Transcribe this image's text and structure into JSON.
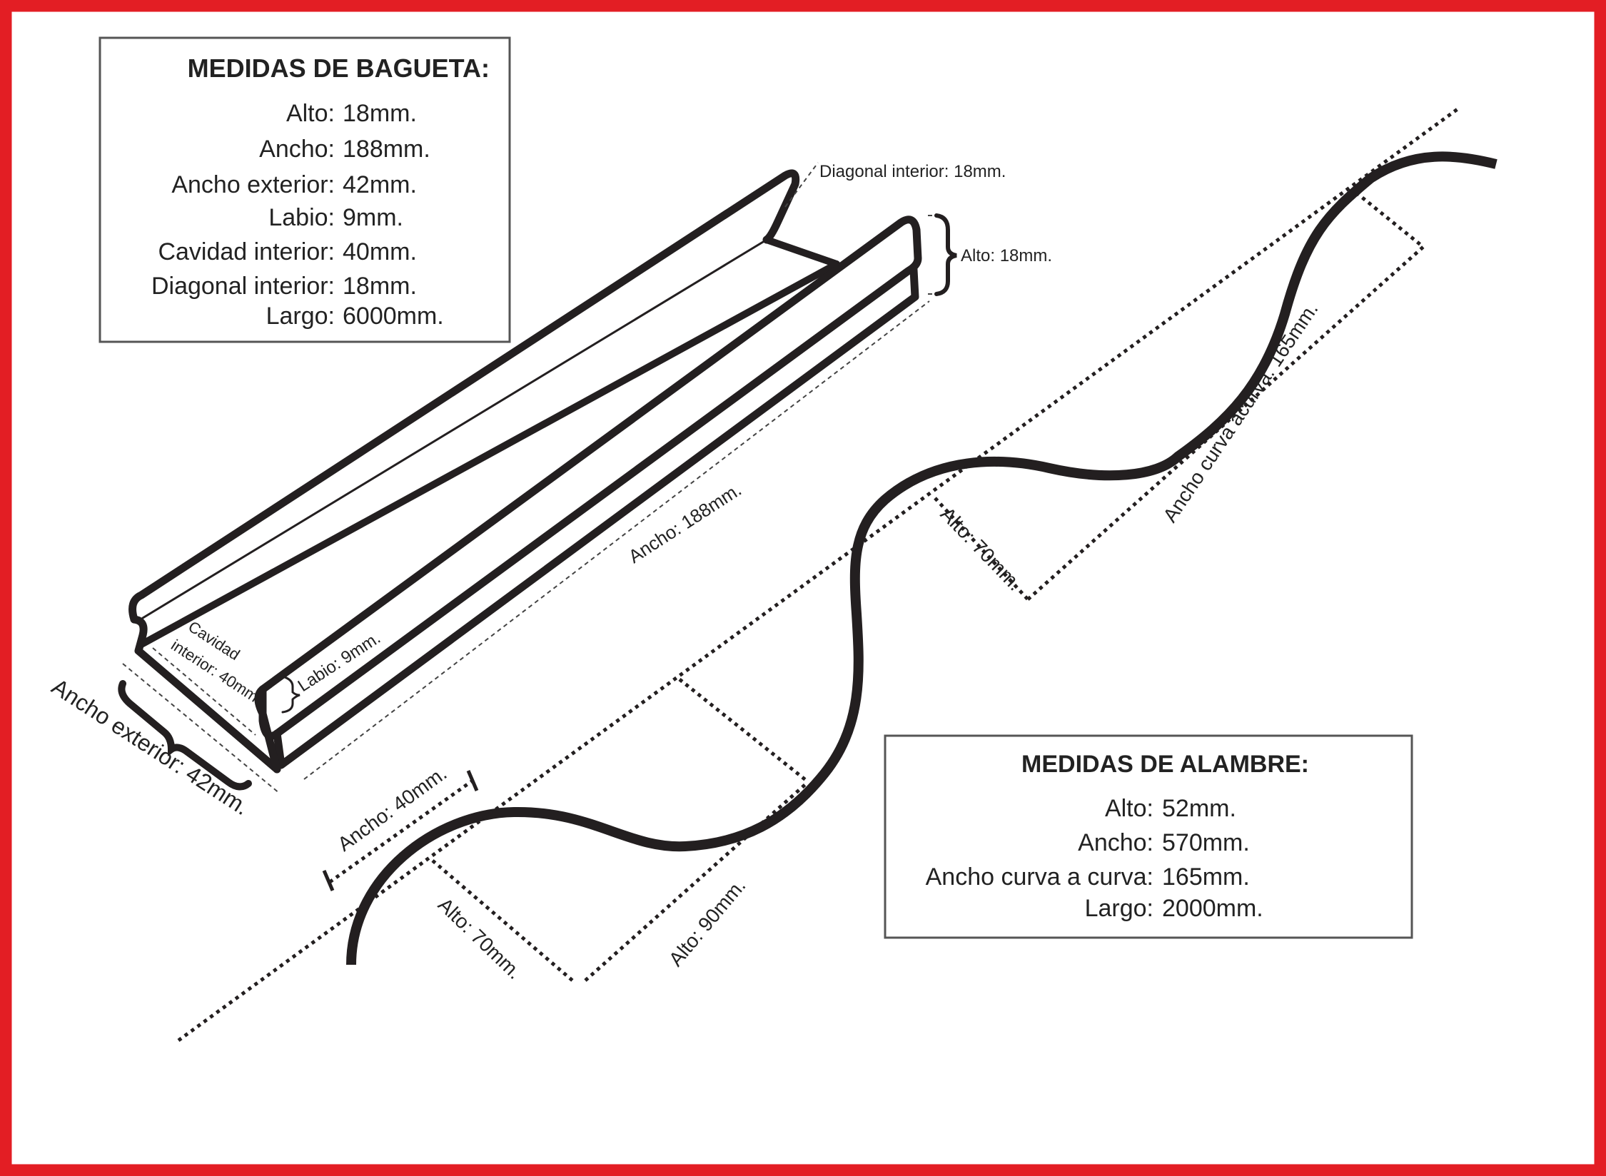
{
  "frame_color": "#e31e24",
  "ink_color": "#231f20",
  "bagueta_box": {
    "title": "MEDIDAS DE BAGUETA:",
    "rows": [
      {
        "label": "Alto:",
        "value": "18mm."
      },
      {
        "label": "Ancho:",
        "value": "188mm."
      },
      {
        "label": "Ancho exterior:",
        "value": "42mm."
      },
      {
        "label": "Labio:",
        "value": "9mm."
      },
      {
        "label": "Cavidad interior:",
        "value": "40mm."
      },
      {
        "label": "Diagonal interior:",
        "value": "18mm."
      },
      {
        "label": "Largo:",
        "value": "6000mm."
      }
    ]
  },
  "alambre_box": {
    "title": "MEDIDAS DE ALAMBRE:",
    "rows": [
      {
        "label": "Alto:",
        "value": "52mm."
      },
      {
        "label": "Ancho:",
        "value": "570mm."
      },
      {
        "label": "Ancho curva a curva:",
        "value": "165mm."
      },
      {
        "label": "Largo:",
        "value": "2000mm."
      }
    ]
  },
  "bagueta_labels": {
    "diagonal": "Diagonal interior: 18mm.",
    "alto": "Alto: 18mm.",
    "ancho": "Ancho: 188mm.",
    "cavidad_line1": "Cavidad",
    "cavidad_line2": "interior: 40mm.",
    "labio": "Labio: 9mm.",
    "ancho_exterior": "Ancho exterior: 42mm."
  },
  "alambre_labels": {
    "ancho": "Ancho: 40mm.",
    "alto_left": "Alto: 70mm.",
    "alto_mid": "Alto: 90mm.",
    "alto_right": "Alto: 70mm.",
    "curva": "Ancho curva acurva: 165mm."
  }
}
